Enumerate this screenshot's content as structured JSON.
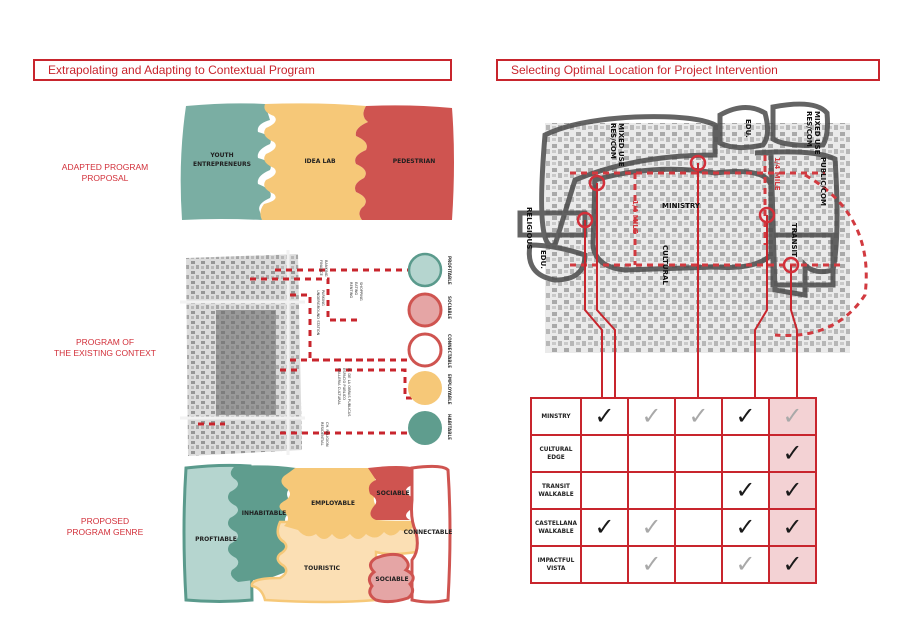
{
  "left_panel": {
    "title": "Extrapolating and Adapting to Contextual Program",
    "sections": [
      {
        "label_line1": "ADAPTED PROGRAM",
        "label_line2": "PROPOSAL"
      },
      {
        "label_line1": "PROGRAM OF",
        "label_line2": "THE EXISTING CONTEXT"
      },
      {
        "label_line1": "PROPOSED",
        "label_line2": "PROGRAM GENRE"
      }
    ],
    "adapted_proposal": {
      "blocks": [
        {
          "line1": "YOUTH",
          "line2": "ENTREPRENEURS",
          "color": "#7aaea3"
        },
        {
          "line1": "IDEA LAB",
          "line2": "",
          "color": "#f6c878"
        },
        {
          "line1": "PEDESTRIAN",
          "line2": "",
          "color": "#cf5450"
        }
      ]
    },
    "existing_context": {
      "map_labels": [
        {
          "line1": "BANKING",
          "line2": "FINANCE"
        },
        {
          "line1": "SHOPPING",
          "line2": "EATING",
          "line3": "RENTING"
        },
        {
          "line1": "PARKING",
          "line2": "UNDERGROUND STATION"
        },
        {
          "line1": "M. DE LA OBRAS PUBLICAS",
          "line2": "ESPACIO PUBLICO",
          "line3": "GALLERIA CULTURAL"
        },
        {
          "line1": "CH. RELIGION",
          "line2": "RESIDENTIAL"
        }
      ],
      "circles": [
        {
          "label": "PROFITABLE",
          "fill": "#b5d5cf",
          "stroke": "#5a9a8c"
        },
        {
          "label": "SOCIABLE",
          "fill": "#e5a5a5",
          "stroke": "#cf5450"
        },
        {
          "label": "CONNECTABLE",
          "fill": "#ffffff",
          "stroke": "#cf5450"
        },
        {
          "label": "EMPLOYABLE",
          "fill": "#f6c878",
          "stroke": "#f6c878"
        },
        {
          "label": "HABITABLE",
          "fill": "#5f9d8e",
          "stroke": "#5f9d8e"
        }
      ]
    },
    "program_genre": {
      "labels": {
        "proftiable": "PROFTIABLE",
        "inhabitable": "INHABITABLE",
        "employable": "EMPLOYABLE",
        "sociable_top": "SOCIABLE",
        "connectable": "CONNECTABLE",
        "touristic": "TOURISTIC",
        "sociable_bottom": "SOCIABLE"
      }
    }
  },
  "right_panel": {
    "title": "Selecting Optimal Location for Project Intervention",
    "map_labels": {
      "mixed_use_left_1": "MIXED USE",
      "mixed_use_left_2": "RES/COM",
      "edu_top": "EDU.",
      "mixed_use_right_1": "MIXED USE",
      "mixed_use_right_2": "RES/COM",
      "public_com": "PUBLIC/COM",
      "ministry": "MINISTRY",
      "religious": "RELIGIOUS",
      "edu_left": "EDU.",
      "cultural": "CULTURAL",
      "transit": "TRANSIT",
      "mile_left": "1/4 MILE",
      "mile_right": "1/4 MILE"
    },
    "matrix": {
      "rows": [
        {
          "line1": "MINSTRY",
          "line2": "",
          "cells": [
            "dark",
            "gray",
            "gray",
            "dark",
            "gray"
          ]
        },
        {
          "line1": "CULTURAL",
          "line2": "EDGE",
          "cells": [
            "",
            "",
            "",
            "",
            "dark"
          ]
        },
        {
          "line1": "TRANSIT",
          "line2": "WALKABLE",
          "cells": [
            "",
            "",
            "",
            "dark",
            "dark"
          ]
        },
        {
          "line1": "CASTELLANA",
          "line2": "WALKABLE",
          "cells": [
            "dark",
            "gray",
            "",
            "dark",
            "dark"
          ]
        },
        {
          "line1": "IMPACTFUL",
          "line2": "VISTA",
          "cells": [
            "",
            "gray",
            "",
            "gray",
            "dark"
          ]
        }
      ],
      "check_glyph": "✓",
      "highlight_column": 5,
      "accent": "#c8252d"
    }
  }
}
